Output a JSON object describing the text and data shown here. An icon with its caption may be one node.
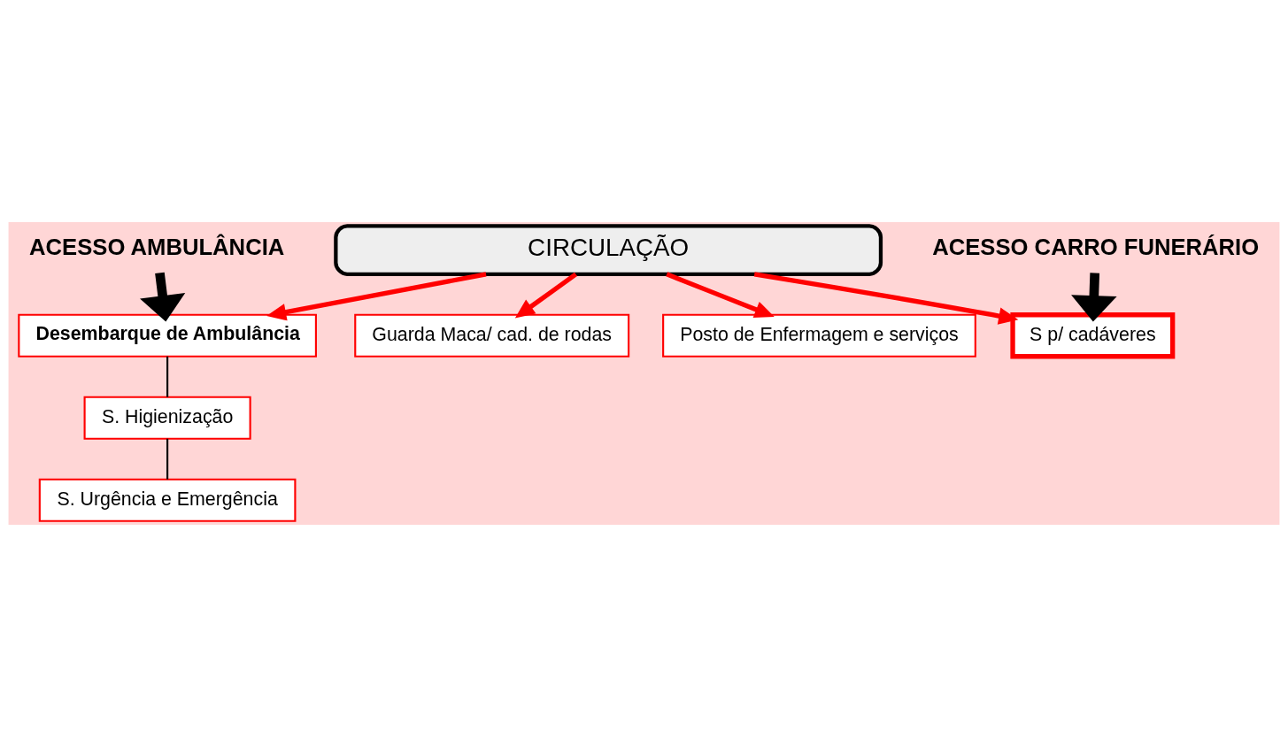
{
  "diagram": {
    "nodes": [
      {
        "text": [
          "CIRCULAÇÃO"
        ]
      },
      {
        "text": [
          "Desembarque de Ambulância"
        ]
      },
      {
        "text": [
          "Guarda Maca/ cad. de rodas"
        ]
      },
      {
        "text": [
          "Posto de Enfermagem e serviços"
        ]
      },
      {
        "text": [
          "S p/ cadáveres"
        ]
      },
      {
        "text": [
          "S. Higienização"
        ]
      },
      {
        "text": [
          "S. Urgência e Emergência"
        ]
      },
      {
        "text": [
          "ACESSO AMBULÂNCIA"
        ]
      },
      {
        "text": [
          "ACESSO CARRO FUNERÁRIO"
        ]
      }
    ],
    "edges": [
      {
        "from": 0,
        "to": 1,
        "arrow": "to"
      },
      {
        "from": 0,
        "to": 2,
        "arrow": "to"
      },
      {
        "from": 0,
        "to": 3,
        "arrow": "to"
      },
      {
        "from": 0,
        "to": 4,
        "arrow": "to"
      },
      {
        "from": 1,
        "to": 5,
        "arrow": "none",
        "color": "#000000"
      },
      {
        "from": 5,
        "to": 6,
        "arrow": "none",
        "color": "#000000"
      },
      {
        "from": 7,
        "to": 1,
        "arrow": "to",
        "style": "thick",
        "color": "#000000"
      },
      {
        "from": 8,
        "to": 4,
        "arrow": "to",
        "style": "thick",
        "color": "#000000"
      }
    ]
  }
}
